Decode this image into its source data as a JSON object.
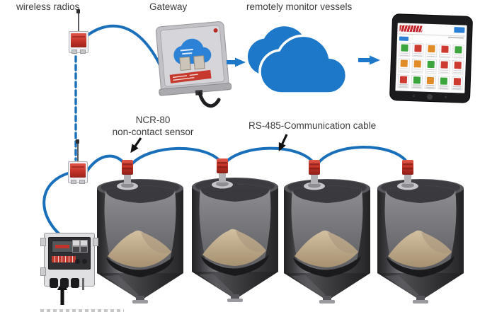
{
  "labels": {
    "wireless_radios": "wireless radios",
    "gateway": "Gateway",
    "remote_monitoring": "remotely monitor vessels",
    "sensor_line1": "NCR-80",
    "sensor_line2": "non-contact sensor",
    "comm_cable": "RS-485-Communication cable"
  },
  "colors": {
    "cable_blue": "#1a6fba",
    "cloud_blue": "#1e78ca",
    "sensor_red": "#c4332a",
    "silo_dark": "#3a3a3e",
    "sand": "#c3af90"
  },
  "vessel_count": 4,
  "tablet": {
    "indicators": [
      "#3da53d",
      "#cc3a30",
      "#e08a28",
      "#cc3a30",
      "#3da53d",
      "#e08a28",
      "#e08a28",
      "#3da53d",
      "#cc3a30",
      "#cc3a30",
      "#cc3a30",
      "#3da53d",
      "#e08a28",
      "#3da53d",
      "#cc3a30"
    ]
  }
}
